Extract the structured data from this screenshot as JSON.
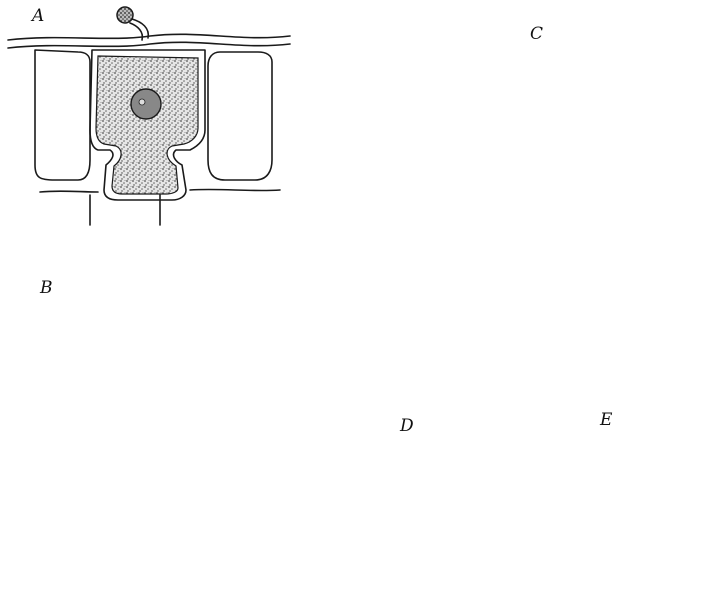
{
  "figure": {
    "labels": {
      "A": "A",
      "B": "B",
      "C": "C",
      "D": "D",
      "E": "E"
    },
    "colors": {
      "ink": "#1a1a1a",
      "stipple": "#777777",
      "paper": "#ffffff"
    }
  }
}
